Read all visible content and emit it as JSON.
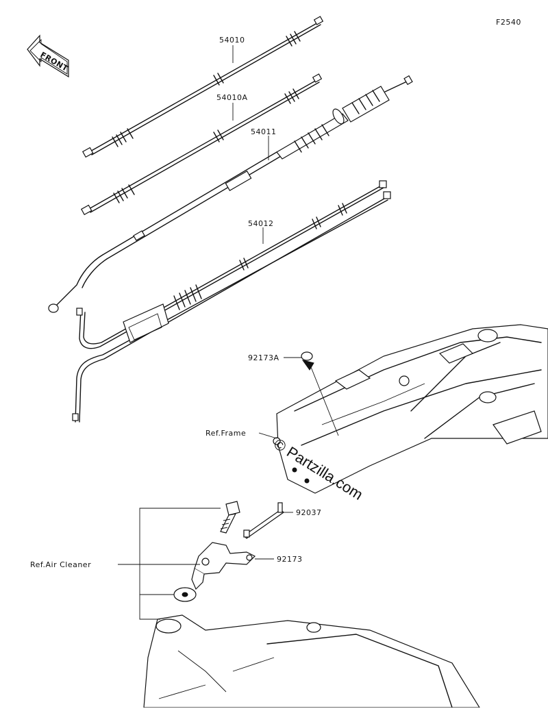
{
  "figure_code": "F2540",
  "front_badge": "FRONT",
  "watermark": "© Partzilla.com",
  "parts": [
    {
      "id": "p54010",
      "number": "54010"
    },
    {
      "id": "p54010A",
      "number": "54010A"
    },
    {
      "id": "p54011",
      "number": "54011"
    },
    {
      "id": "p54012",
      "number": "54012"
    },
    {
      "id": "p92173A",
      "number": "92173A"
    },
    {
      "id": "p92037",
      "number": "92037"
    },
    {
      "id": "p92173",
      "number": "92173"
    }
  ],
  "references": {
    "frame": "Ref.Frame",
    "air_cleaner": "Ref.Air Cleaner"
  }
}
